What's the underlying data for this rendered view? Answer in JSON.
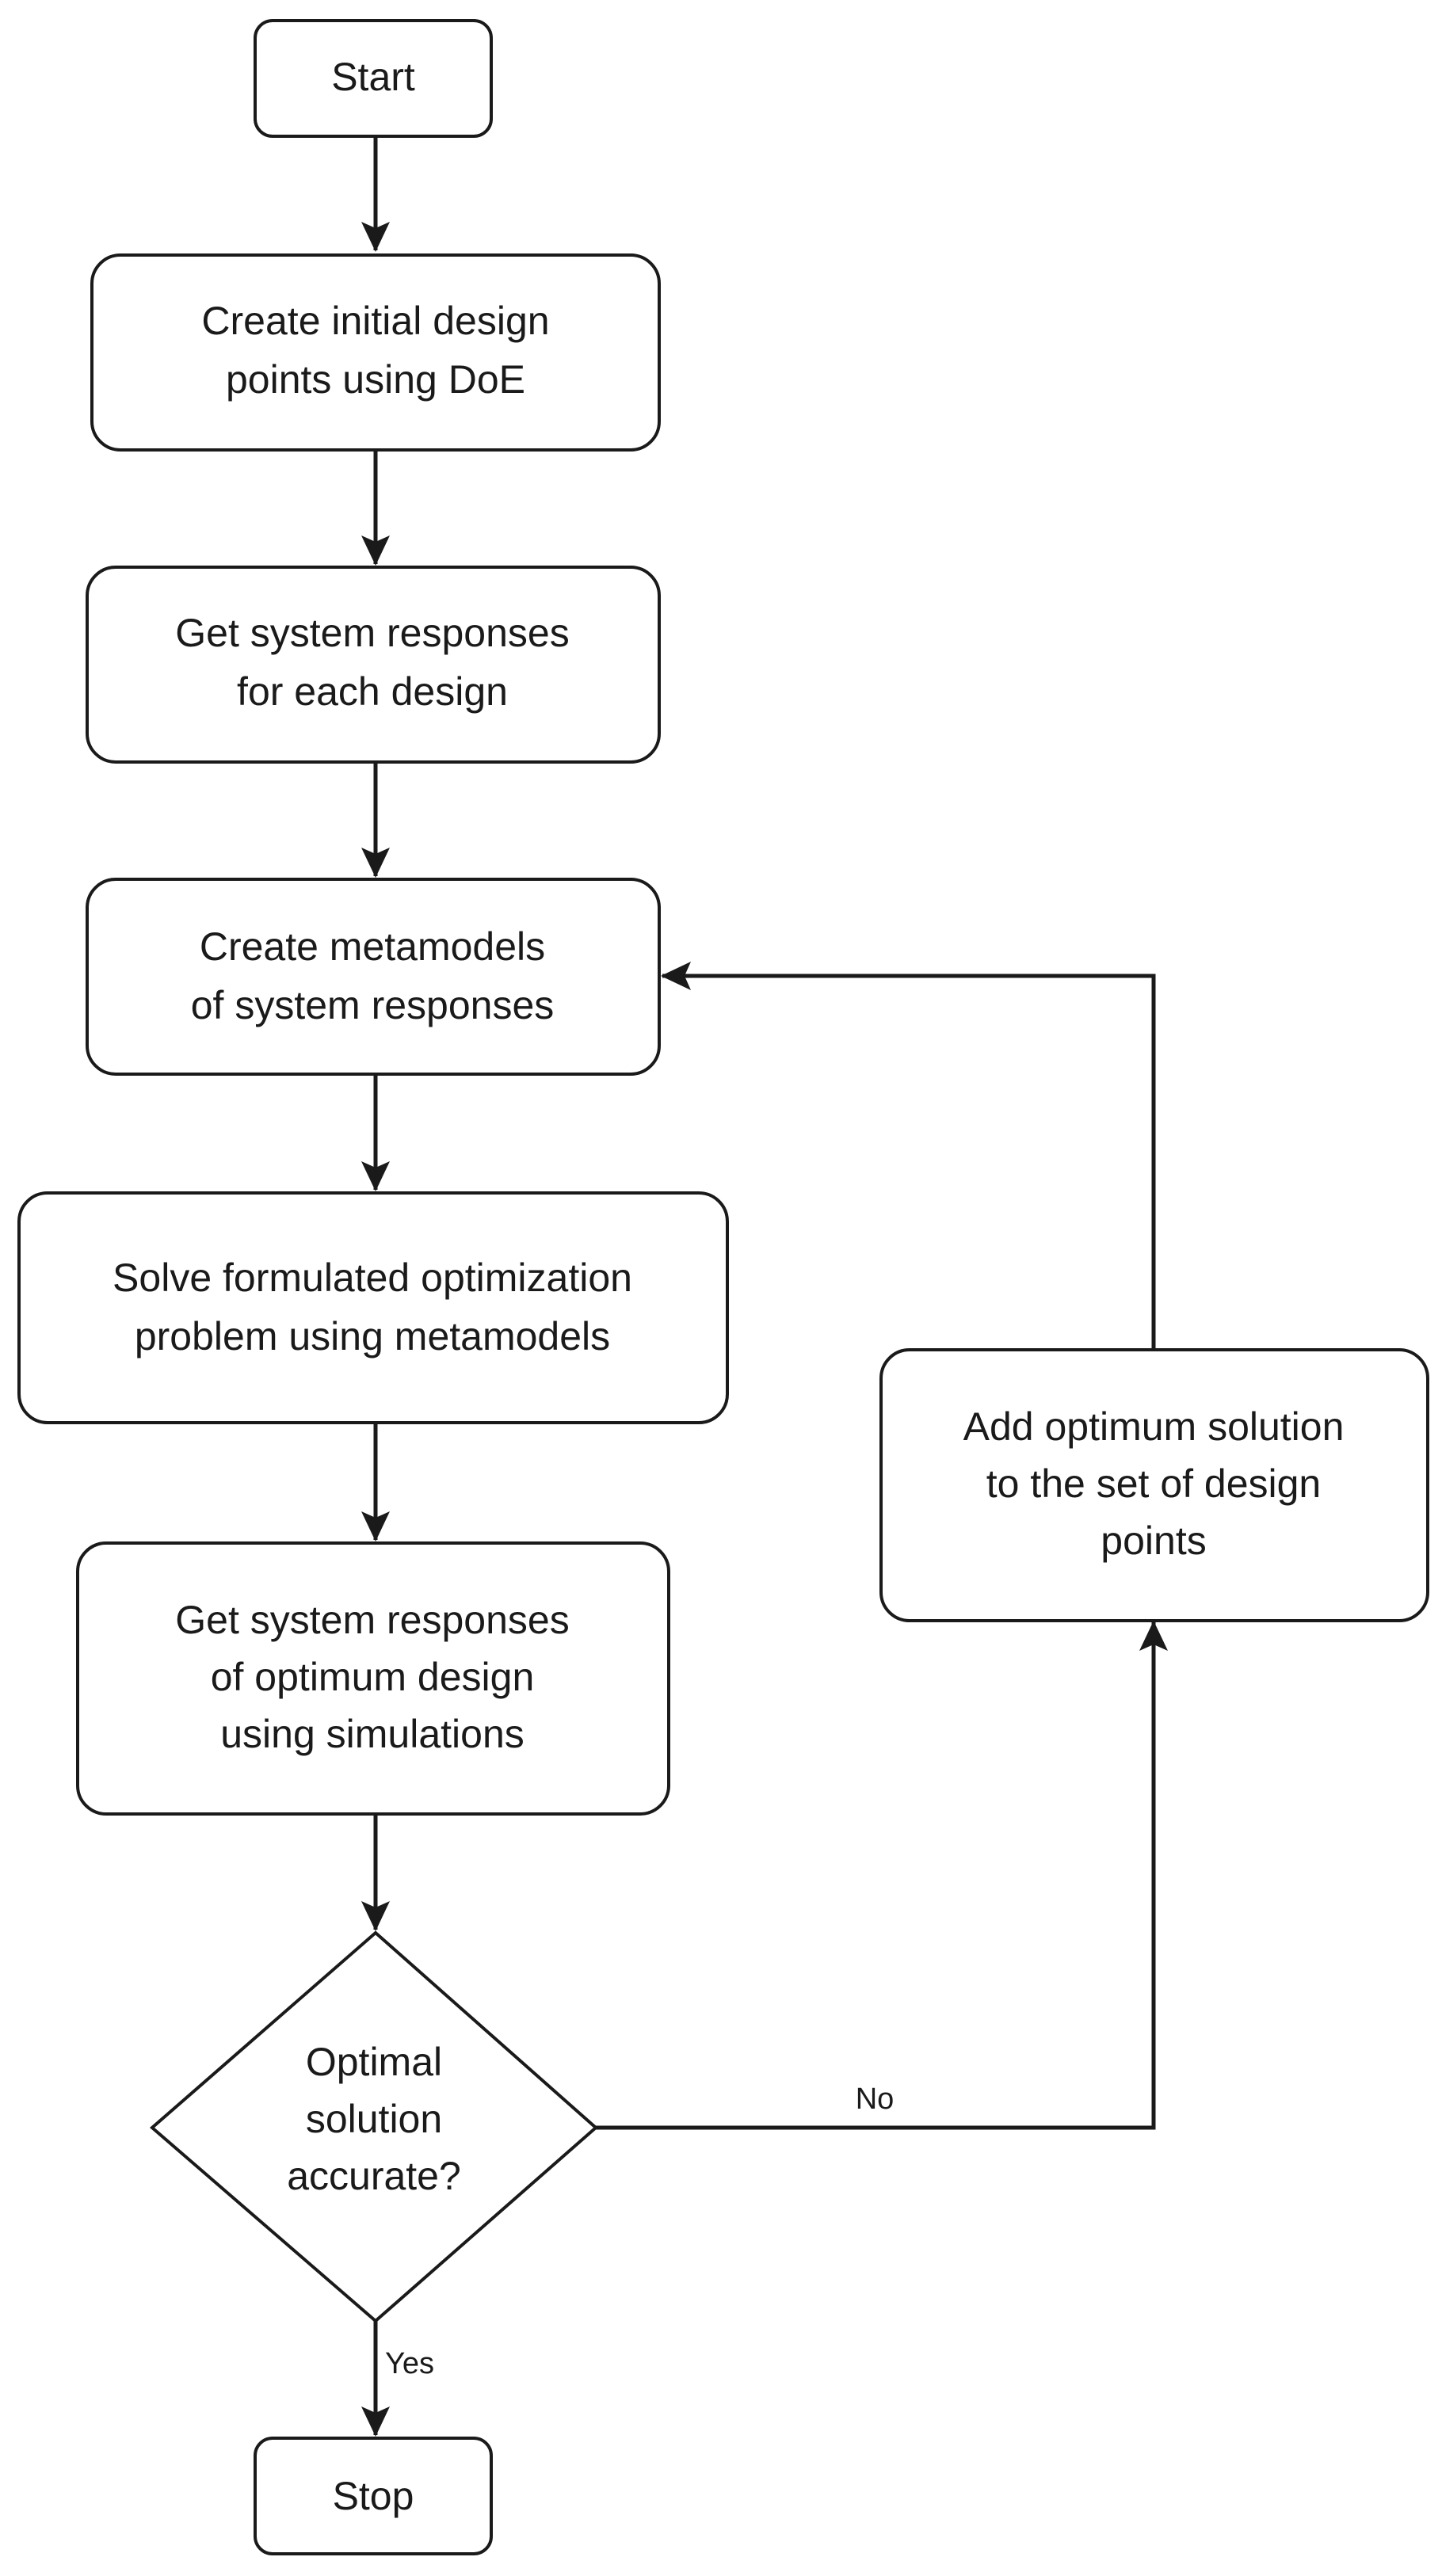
{
  "diagram": {
    "start": {
      "label": "Start"
    },
    "step1": {
      "lines": [
        "Create initial design",
        "points using DoE"
      ]
    },
    "step2": {
      "lines": [
        "Get system responses",
        "for each design"
      ]
    },
    "step3": {
      "lines": [
        "Create metamodels",
        "of system responses"
      ]
    },
    "step4": {
      "lines": [
        "Solve formulated optimization",
        "problem using metamodels"
      ]
    },
    "step5": {
      "lines": [
        "Get system responses",
        "of optimum design",
        "using simulations"
      ]
    },
    "decision": {
      "lines": [
        "Optimal",
        "solution",
        "accurate?"
      ]
    },
    "add_step": {
      "lines": [
        "Add optimum solution",
        "to the set of design",
        "points"
      ]
    },
    "stop": {
      "label": "Stop"
    },
    "edges": {
      "no_label": "No",
      "yes_label": "Yes"
    },
    "colors": {
      "stroke": "#1a1a1a",
      "fill": "#ffffff",
      "text": "#1a1a1a"
    }
  }
}
